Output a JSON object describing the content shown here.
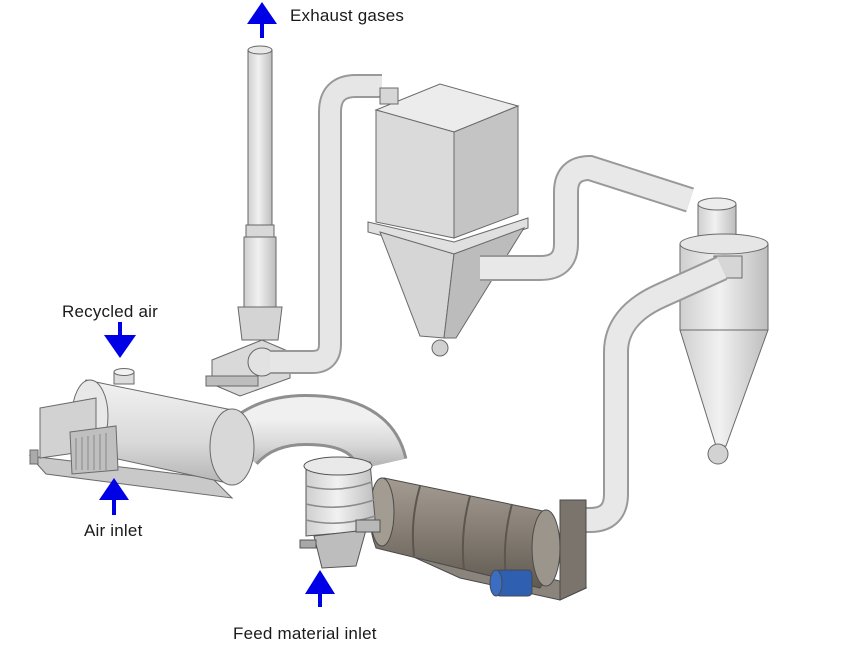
{
  "labels": {
    "exhaust": "Exhaust gases",
    "recycled": "Recycled air",
    "air_inlet": "Air inlet",
    "feed": "Feed material inlet"
  },
  "colors": {
    "arrow": "#0000e6",
    "metal": "#dcdcdc",
    "metal_dark": "#9a9a9a",
    "drum": "#8a8278",
    "motor": "#2f5fb0",
    "outline": "#555555"
  },
  "icons": {
    "arrow": "arrow-icon"
  }
}
